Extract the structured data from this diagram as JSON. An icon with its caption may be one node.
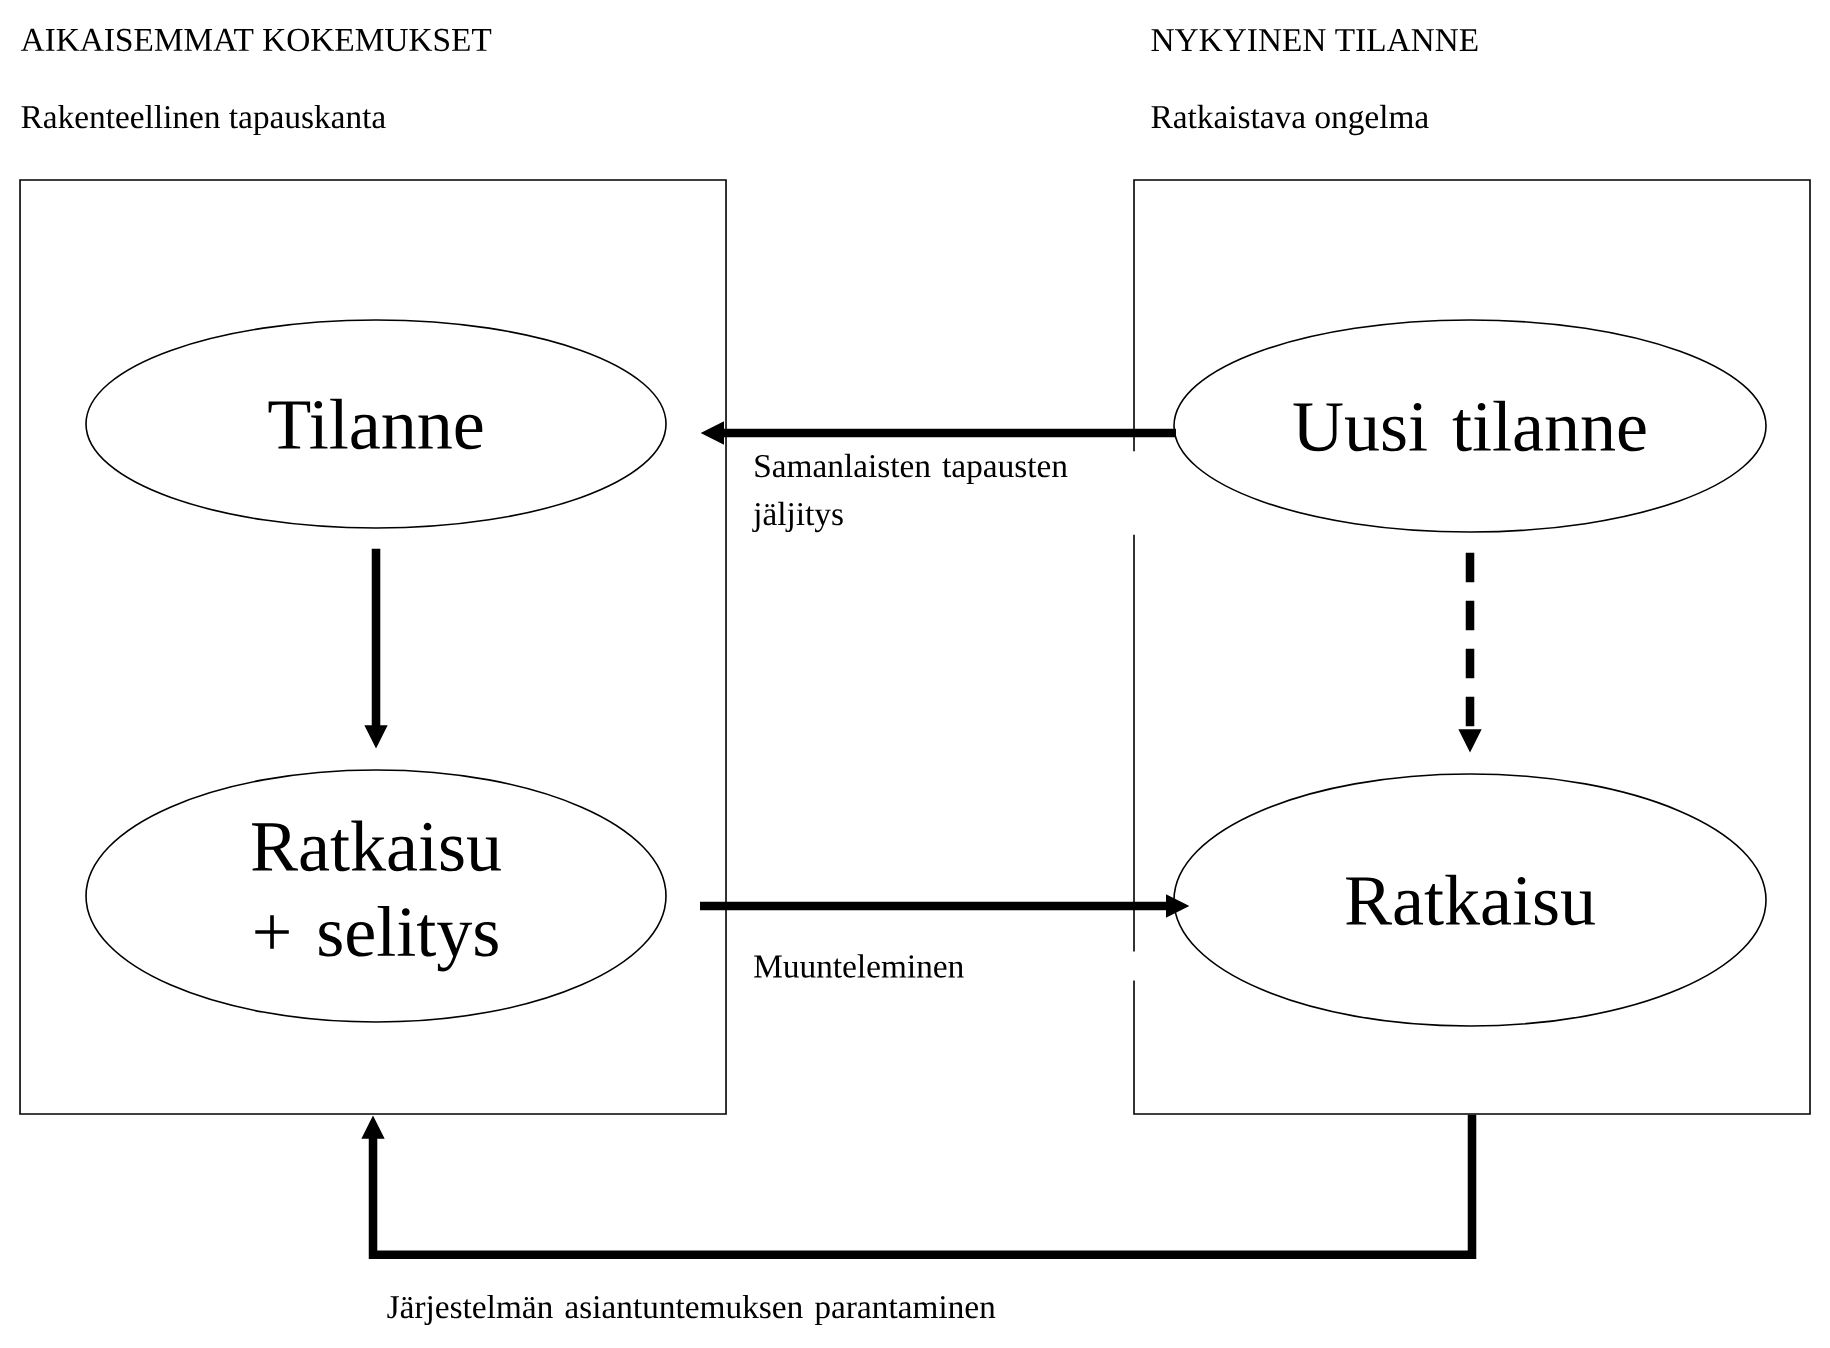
{
  "diagram": {
    "nodes": [
      {
        "text": [
          "AIKAISEMMAT KOKEMUKSET",
          "Rakenteellinen tapauskanta"
        ]
      },
      {
        "text": [
          "Tilanne"
        ],
        "in": 0
      },
      {
        "text": [
          "Ratkaisu + selitys"
        ],
        "in": 0
      },
      {
        "text": [
          "NYKYINEN TILANNE",
          "Ratkaistava ongelma"
        ]
      },
      {
        "text": [
          "Uusi tilanne"
        ],
        "in": 3
      },
      {
        "text": [
          "Ratkaisu"
        ],
        "in": 3
      }
    ],
    "edges": [
      {
        "from": 4,
        "to": 1,
        "arrow": "to",
        "label": "Samanlaisten tapausten jäljitys"
      },
      {
        "from": 1,
        "to": 2,
        "arrow": "to"
      },
      {
        "from": 4,
        "to": 5,
        "arrow": "to",
        "style": "dashed"
      },
      {
        "from": 2,
        "to": 5,
        "arrow": "to",
        "label": "Muunteleminen"
      },
      {
        "from": 3,
        "to": 0,
        "arrow": "to",
        "label": "Järjestelmän asiantuntemuksen parantaminen"
      }
    ]
  }
}
